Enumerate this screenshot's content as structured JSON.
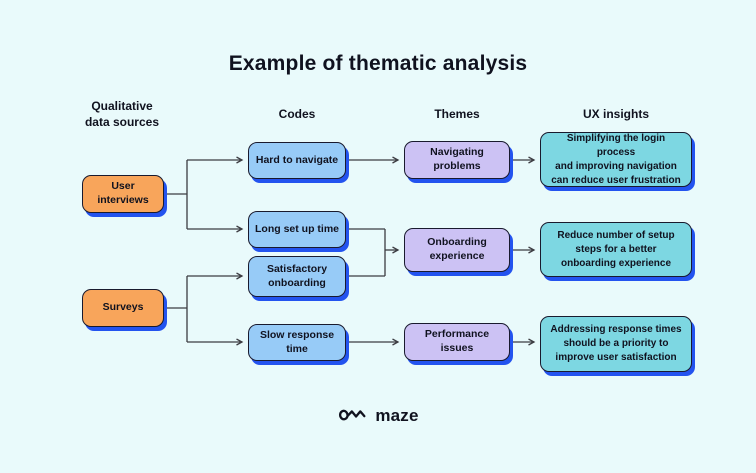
{
  "title": "Example of thematic analysis",
  "headers": {
    "sources": "Qualitative\ndata sources",
    "codes": "Codes",
    "themes": "Themes",
    "insights": "UX insights"
  },
  "nodes": {
    "sources": [
      {
        "label": "User interviews"
      },
      {
        "label": "Surveys"
      }
    ],
    "codes": [
      {
        "label": "Hard to navigate"
      },
      {
        "label": "Long set up time"
      },
      {
        "label": "Satisfactory\nonboarding"
      },
      {
        "label": "Slow response time"
      }
    ],
    "themes": [
      {
        "label": "Navigating problems"
      },
      {
        "label": "Onboarding\nexperience"
      },
      {
        "label": "Performance issues"
      }
    ],
    "insights": [
      {
        "label": "Simplifying the login process\nand improving navigation\ncan reduce user frustration"
      },
      {
        "label": "Reduce number of setup\nsteps for a better\nonboarding experience"
      },
      {
        "label": "Addressing response times\nshould be a priority to\nimprove user satisfaction"
      }
    ]
  },
  "logo": {
    "label": "maze",
    "icon": "maze-logo-icon"
  },
  "colors": {
    "background": "#E9FAFB",
    "source_fill": "#F8A55B",
    "code_fill": "#97CBF7",
    "theme_fill": "#CCC2F4",
    "insight_fill": "#7DD7E2",
    "shadow": "#2353EF",
    "border": "#191A2E",
    "connector": "#3C3C42",
    "text": "#10121F"
  }
}
